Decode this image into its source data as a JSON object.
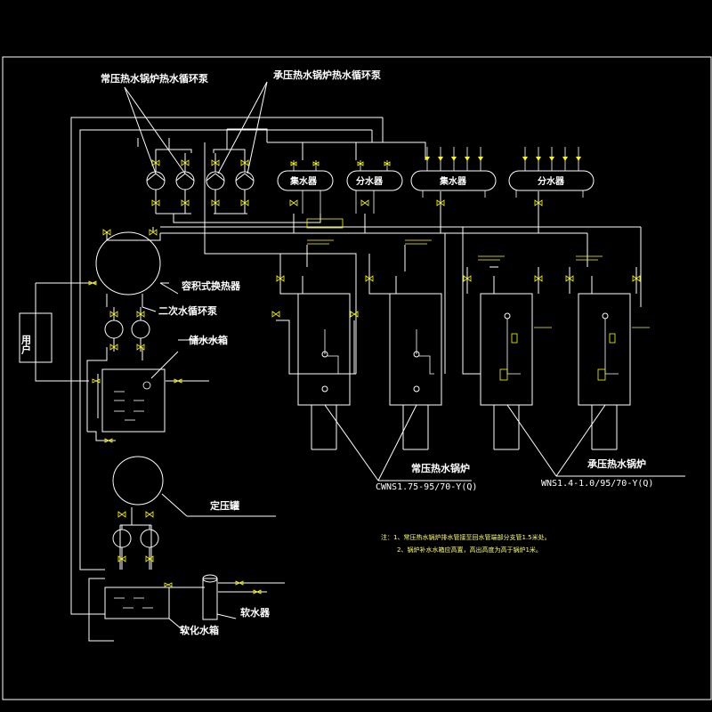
{
  "labels": {
    "atm_pump": "常压热水锅炉热水循环泵",
    "press_pump": "承压热水锅炉热水循环泵",
    "header_collect": "集水器",
    "header_distrib": "分水器",
    "exchanger": "容积式换热器",
    "sec_pump": "二次水循环泵",
    "storage_tank": "储水水箱",
    "user": "用户",
    "expansion_tank": "定压罐",
    "softener": "软水器",
    "soft_tank": "软化水箱",
    "atm_boiler": "常压热水锅炉",
    "atm_model": "CWNS1.75-95/70-Y(Q)",
    "press_boiler": "承压热水锅炉",
    "press_model": "WNS1.4-1.0/95/70-Y(Q)"
  },
  "notes": {
    "line1": "注：1、常压热水锅炉排水管接至回水管端部分支管1.5米处。",
    "line2": "2、锅炉补水水箱应高置，高出高度为高于锅炉1米。"
  },
  "colors": {
    "line": "#ffffff",
    "accent": "#ffff00",
    "background": "#000000"
  }
}
